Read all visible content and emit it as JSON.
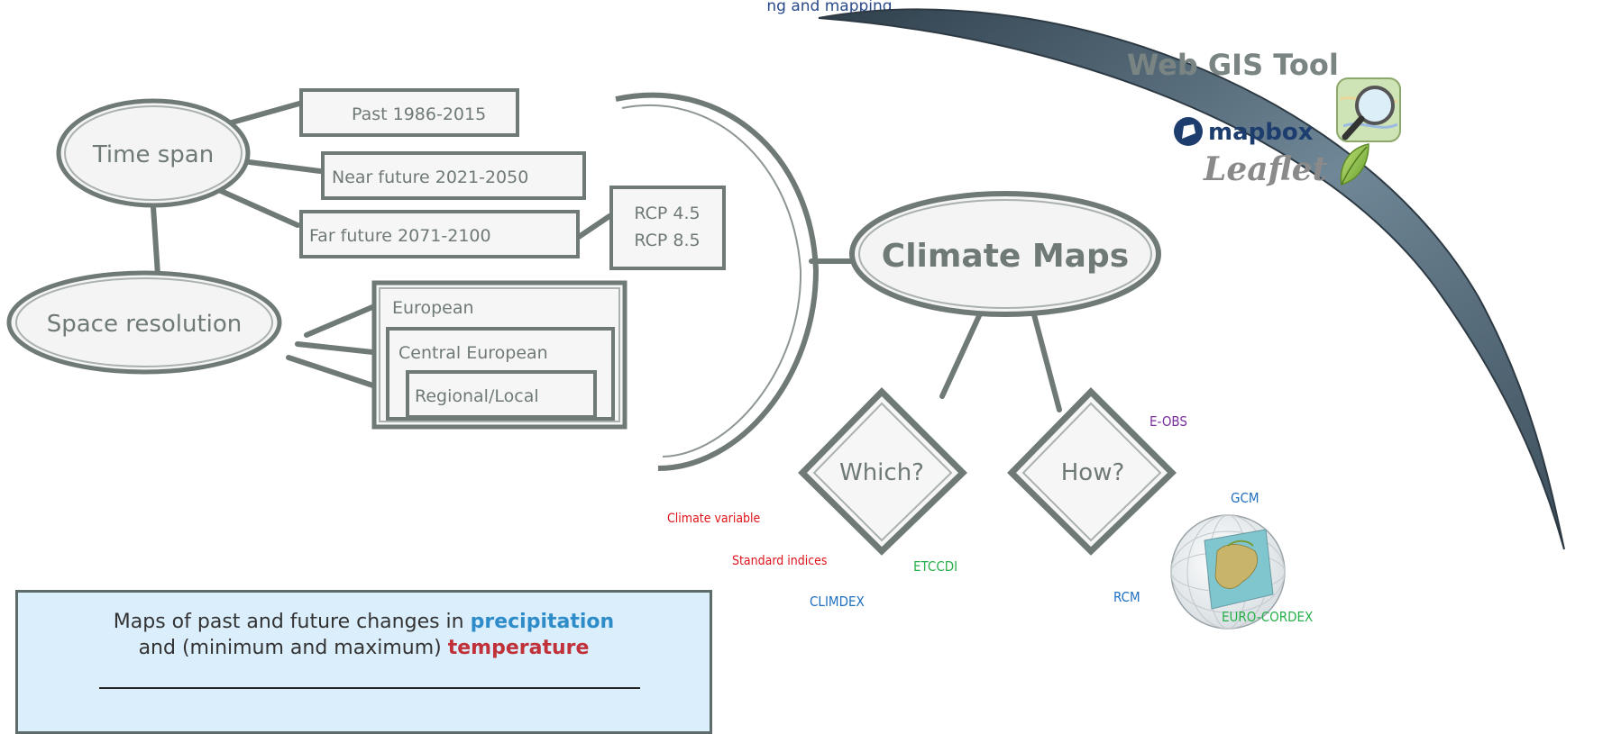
{
  "top_caption": "ng and mapping",
  "center": "Climate Maps",
  "time_span": {
    "label": "Time span",
    "periods": [
      "Past 1986-2015",
      "Near future 2021-2050",
      "Far future 2071-2100"
    ],
    "scenarios": [
      "RCP 4.5",
      "RCP 8.5"
    ]
  },
  "space_resolution": {
    "label": "Space resolution",
    "levels": [
      "European",
      "Central European",
      "Regional/Local"
    ]
  },
  "web_gis": {
    "title": "Web GIS Tool",
    "logos": [
      "mapbox",
      "Leaflet"
    ]
  },
  "which": {
    "label": "Which?",
    "items": [
      "Climate variable",
      "Standard indices",
      "ETCCDI",
      "CLIMDEX"
    ]
  },
  "how": {
    "label": "How?",
    "items": [
      "E-OBS",
      "GCM",
      "RCM",
      "EURO-CORDEX"
    ]
  },
  "summary": {
    "part1": "Maps of past and future changes in ",
    "precip": "precipitation",
    "part2": "and (minimum and maximum) ",
    "temp": "temperature"
  },
  "colors": {
    "sketch": "#6f7a77",
    "arc": "#4e6373",
    "red": "#e0141b",
    "blue": "#1f6fbf",
    "green": "#27b04a",
    "purple": "#7a2f9e",
    "box_fill": "#dbeefc",
    "mapbox": "#1d3d6e",
    "leaf": "#8cc43f"
  }
}
